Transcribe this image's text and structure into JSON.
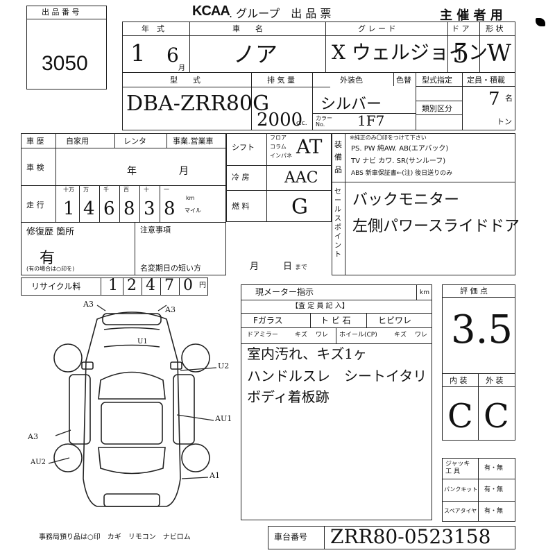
{
  "header": {
    "lot_label": "出 品 番 号",
    "lot_number": "3050",
    "brand": "KCAA",
    "title_suffix": ". グループ　出 品 票",
    "host": "主 催 者 用"
  },
  "row1": {
    "year_label": "年　式",
    "car_label": "車　　名",
    "grade_label": "グ レ ー ド",
    "doors_label": "ド ア",
    "shape_label": "形 状",
    "year_value": "1",
    "month_unit": "月",
    "month_value": "6",
    "car_value": "ノア",
    "grade_value": "X ウェルジョイン",
    "doors_value": "5",
    "shape_value": "W"
  },
  "row2": {
    "model_label": "型　　式",
    "displacement_label": "排 気 量",
    "exterior_label": "外装色",
    "color_label": "色替",
    "type_label": "型式指定",
    "class_label": "類別区分",
    "capacity_label": "定員・積載",
    "model_value": "DBA-ZRR80G",
    "displacement_value": "2000",
    "cc_unit": "c.c.",
    "color_value": "シルバー",
    "color_no_label": "カラー No.",
    "color_no_value": "1F7",
    "capacity_value": "7",
    "capacity_unit": "名",
    "ton_unit": "トン"
  },
  "history": {
    "label": "車 歴",
    "options": [
      "自家用",
      "レンタ",
      "事業.営業車"
    ],
    "inspection_label": "車 検",
    "inspection_year": "年",
    "inspection_month": "月",
    "mileage_label": "走 行",
    "digit_units": [
      "十万",
      "万",
      "千",
      "百",
      "十",
      "一"
    ],
    "mileage_digits": [
      "1",
      "4",
      "6",
      "8",
      "3",
      "8"
    ],
    "km_label": "km",
    "mile_label": "マイル",
    "repair_label": "修復歴 箇所",
    "repair_value": "有",
    "repair_note": "(有の場合は○印を)",
    "recycle_label": "リサイクル料",
    "recycle_digits": [
      "1",
      "2",
      "4",
      "7",
      "0"
    ],
    "yen": "円"
  },
  "spec": {
    "shift_label": "シフト",
    "shift_opts": [
      "フロア",
      "コラム",
      "インパネ"
    ],
    "shift_value": "AT",
    "ac_label": "冷 房",
    "ac_value": "AAC",
    "fuel_label": "燃 料",
    "fuel_value": "G",
    "notes_label": "注意事項",
    "deadline_label": "名変期日の短い方",
    "deadline_month": "月",
    "deadline_day": "日",
    "deadline_suffix": "まで"
  },
  "equipment": {
    "side_label": "装 備 品",
    "header_note": "※純正のみ〇印をつけて下さい",
    "line1": "PS. PW 純AW. AB(エアバック)",
    "line2": "TV ナビ カワ. SR(サンルーフ)",
    "line3": "ABS 新車保証書←(注) 後日送りのみ",
    "sales_label": "セールスポイント",
    "sales_line1": "バックモニター",
    "sales_line2": "左側パワースライドドア"
  },
  "inspector": {
    "meter_label": "現メーター指示",
    "km": "km",
    "title": "【査 定 員 記 入】",
    "row1": [
      "Fガラス",
      "ト ビ 石",
      "ヒビワレ"
    ],
    "row2": [
      "ドアミラー",
      "キズ",
      "ワレ",
      "ホイール(CP)",
      "キズ",
      "ワレ"
    ],
    "comment1": "室内汚れ、キズ1ヶ",
    "comment2": "ハンドルスレ　シートイタリ",
    "comment3": "ボディ着板跡"
  },
  "grading": {
    "label": "評 価 点",
    "score": "3.5",
    "interior_label": "内 装",
    "exterior_label": "外 装",
    "interior_value": "C",
    "exterior_value": "C",
    "jack_label": "ジャッキ 工 具",
    "puncture_label": "パンクキット",
    "spare_label": "スペアタイヤ",
    "yes_no": "有・無"
  },
  "diagram_marks": [
    "A3",
    "A3",
    "U1",
    "U2",
    "AU1",
    "A3",
    "AU2",
    "A1"
  ],
  "footer": {
    "office_note": "事務局預り品は○印　カギ　リモコン　ナビロム",
    "chassis_label": "車台番号",
    "chassis_value": "ZRR80-0523158"
  },
  "colors": {
    "ink": "#111111",
    "background": "#ffffff"
  }
}
